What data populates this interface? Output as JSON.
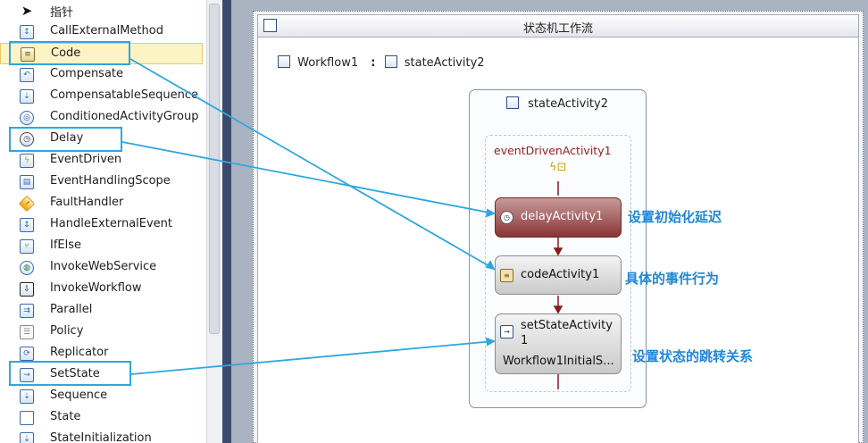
{
  "toolbox": {
    "items": [
      {
        "label": "指针",
        "icon": "pointer-icon"
      },
      {
        "label": "CallExternalMethod",
        "icon": "call-external-method-icon"
      },
      {
        "label": "Code",
        "icon": "code-icon"
      },
      {
        "label": "Compensate",
        "icon": "compensate-icon"
      },
      {
        "label": "CompensatableSequence",
        "icon": "compensatable-sequence-icon"
      },
      {
        "label": "ConditionedActivityGroup",
        "icon": "conditioned-activity-group-icon"
      },
      {
        "label": "Delay",
        "icon": "delay-icon"
      },
      {
        "label": "EventDriven",
        "icon": "event-driven-icon"
      },
      {
        "label": "EventHandlingScope",
        "icon": "event-handling-scope-icon"
      },
      {
        "label": "FaultHandler",
        "icon": "fault-handler-icon"
      },
      {
        "label": "HandleExternalEvent",
        "icon": "handle-external-event-icon"
      },
      {
        "label": "IfElse",
        "icon": "if-else-icon"
      },
      {
        "label": "InvokeWebService",
        "icon": "invoke-web-service-icon"
      },
      {
        "label": "InvokeWorkflow",
        "icon": "invoke-workflow-icon"
      },
      {
        "label": "Parallel",
        "icon": "parallel-icon"
      },
      {
        "label": "Policy",
        "icon": "policy-icon"
      },
      {
        "label": "Replicator",
        "icon": "replicator-icon"
      },
      {
        "label": "SetState",
        "icon": "set-state-icon"
      },
      {
        "label": "Sequence",
        "icon": "sequence-icon"
      },
      {
        "label": "State",
        "icon": "state-icon"
      },
      {
        "label": "StateInitialization",
        "icon": "state-initialization-icon"
      }
    ]
  },
  "designer": {
    "title": "状态机工作流",
    "breadcrumb": {
      "root": "Workflow1",
      "separator": ":",
      "current": "stateActivity2"
    },
    "state": {
      "title": "stateActivity2",
      "event_driven": {
        "title": "eventDrivenActivity1",
        "activities": {
          "delay": "delayActivity1",
          "code": "codeActivity1",
          "set_state_line1": "setStateActivity",
          "set_state_line2": "1",
          "set_state_target": "Workflow1InitialS..."
        }
      }
    }
  },
  "annotations": {
    "delay": "设置初始化延迟",
    "code": "具体的事件行为",
    "set_state": "设置状态的跳转关系"
  },
  "colors": {
    "annotation": "#1f86d6",
    "highlight_box": "#2ea6e0",
    "delay_activity": "#8a3434",
    "connector": "#8b1a1a"
  }
}
